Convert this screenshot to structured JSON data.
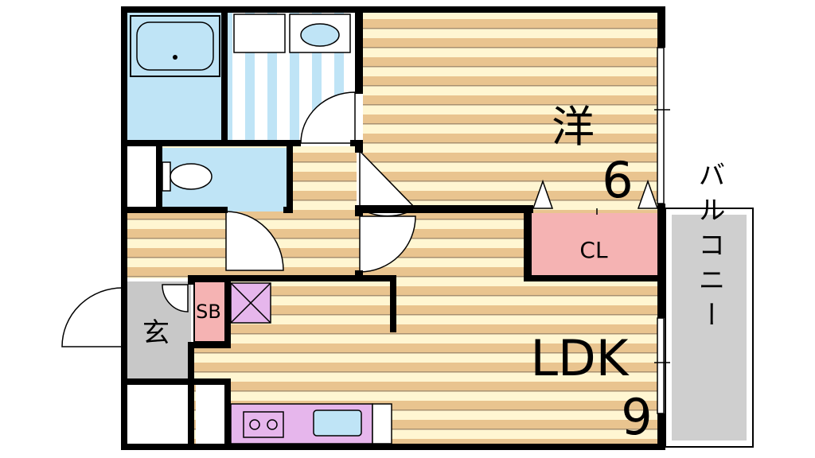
{
  "floorplan": {
    "rooms": {
      "western_room": {
        "label": "洋",
        "size": "6"
      },
      "ldk": {
        "label": "LDK",
        "size": "9"
      },
      "closet": {
        "label": "CL"
      },
      "shoe_box": {
        "label": "SB"
      },
      "entrance": {
        "label": "玄"
      },
      "balcony": {
        "label": "バルコニー"
      }
    },
    "colors": {
      "wood_floor_tan": "#e9c48f",
      "wood_floor_cream": "#fff6d2",
      "wet_area_blue": "#bfe4f6",
      "closet_pink": "#f5b3b3",
      "kitchen_purple": "#e6b6ec",
      "entrance_gray": "#c8c8c8",
      "balcony_gray": "#cfcfcf",
      "wall": "#000000"
    }
  }
}
